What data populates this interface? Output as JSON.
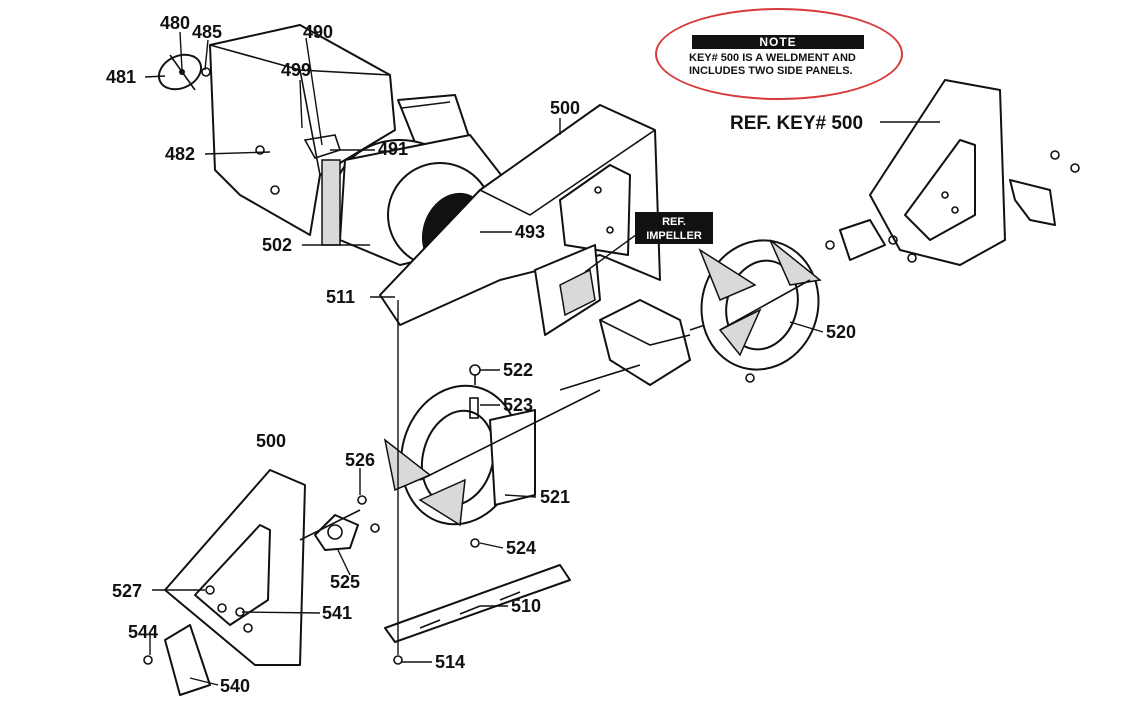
{
  "note": {
    "title": "NOTE",
    "line1": "KEY# 500 IS A WELDMENT AND",
    "line2": "INCLUDES TWO SIDE PANELS.",
    "oval_color": "#d63a3a"
  },
  "ref_key": "REF. KEY# 500",
  "impeller_tag": {
    "line1": "REF.",
    "line2": "IMPELLER"
  },
  "labels": {
    "k480": "480",
    "k485": "485",
    "k481": "481",
    "k490": "490",
    "k499": "499",
    "k482": "482",
    "k491": "491",
    "k502": "502",
    "k500a": "500",
    "k493": "493",
    "k511": "511",
    "k520": "520",
    "k522": "522",
    "k523": "523",
    "k500b": "500",
    "k526": "526",
    "k521": "521",
    "k524": "524",
    "k525": "525",
    "k527": "527",
    "k541": "541",
    "k510": "510",
    "k544": "544",
    "k514": "514",
    "k540": "540"
  }
}
